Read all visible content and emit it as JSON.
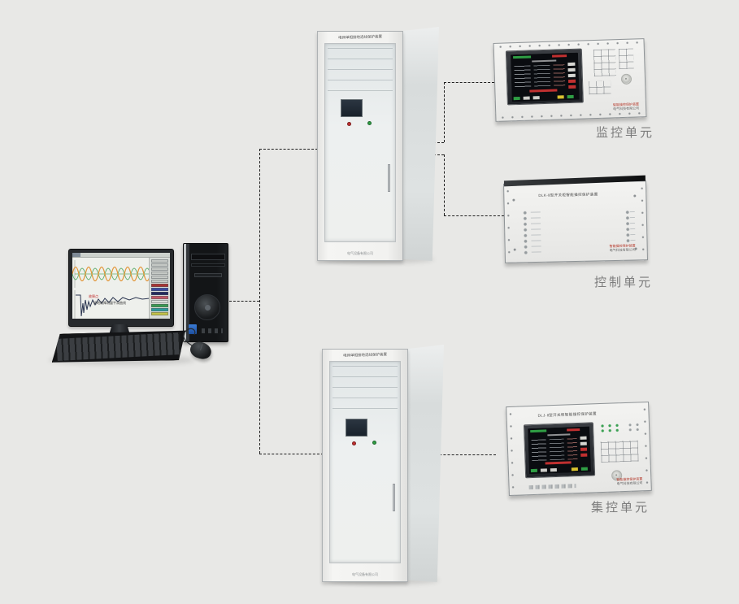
{
  "page": {
    "background": "#e8e8e6"
  },
  "palette": {
    "connector_line": "#1f1f1f",
    "unit_label_text": "#7c7c7c",
    "cabinet_body": "#f3f3f1",
    "screen_black": "#0a0c10",
    "status_green": "#2f9e44",
    "status_red": "#c03030",
    "status_yellow": "#d9c22f",
    "brand_red": "#b43527",
    "wave_orange": "#e2973b",
    "wave_green": "#4aa45a",
    "trace_navy": "#2a3550"
  },
  "workstation": {
    "screen_annotation": "接地故障测量平滑曲线",
    "screen_marker": "故障点",
    "legend_colors": [
      "#c6cac6",
      "#c6cac6",
      "#c6cac6",
      "#c6cac6",
      "#c6cac6",
      "#c6cac6",
      "#a83434",
      "#3a4a9e",
      "#232a5e",
      "#c25a68",
      "#d8dcd8",
      "#3a9a52",
      "#2a9a9a",
      "#c2c248"
    ]
  },
  "cabinets": {
    "top": {
      "title": "电网单相接地选线保护装置",
      "footer": "电气设备有限公司"
    },
    "bottom": {
      "title": "电网单相接地选线保护装置",
      "footer": "电气设备有限公司"
    }
  },
  "units": {
    "monitor": {
      "label": "监控单元",
      "brand_line1": "智能操控保护装置",
      "brand_line2": "电气科技有限公司"
    },
    "control": {
      "label": "控制单元",
      "panel_title": "DLK-Ⅱ型开关柜智能操控保护装置",
      "brand_line1": "智能操控保护装置",
      "brand_line2": "电气科技有限公司"
    },
    "central": {
      "label": "集控单元",
      "panel_title": "DLJ-Ⅱ型开关柜智能操控保护装置",
      "brand_line1": "智能操控保护装置",
      "brand_line2": "电气科技有限公司"
    }
  }
}
